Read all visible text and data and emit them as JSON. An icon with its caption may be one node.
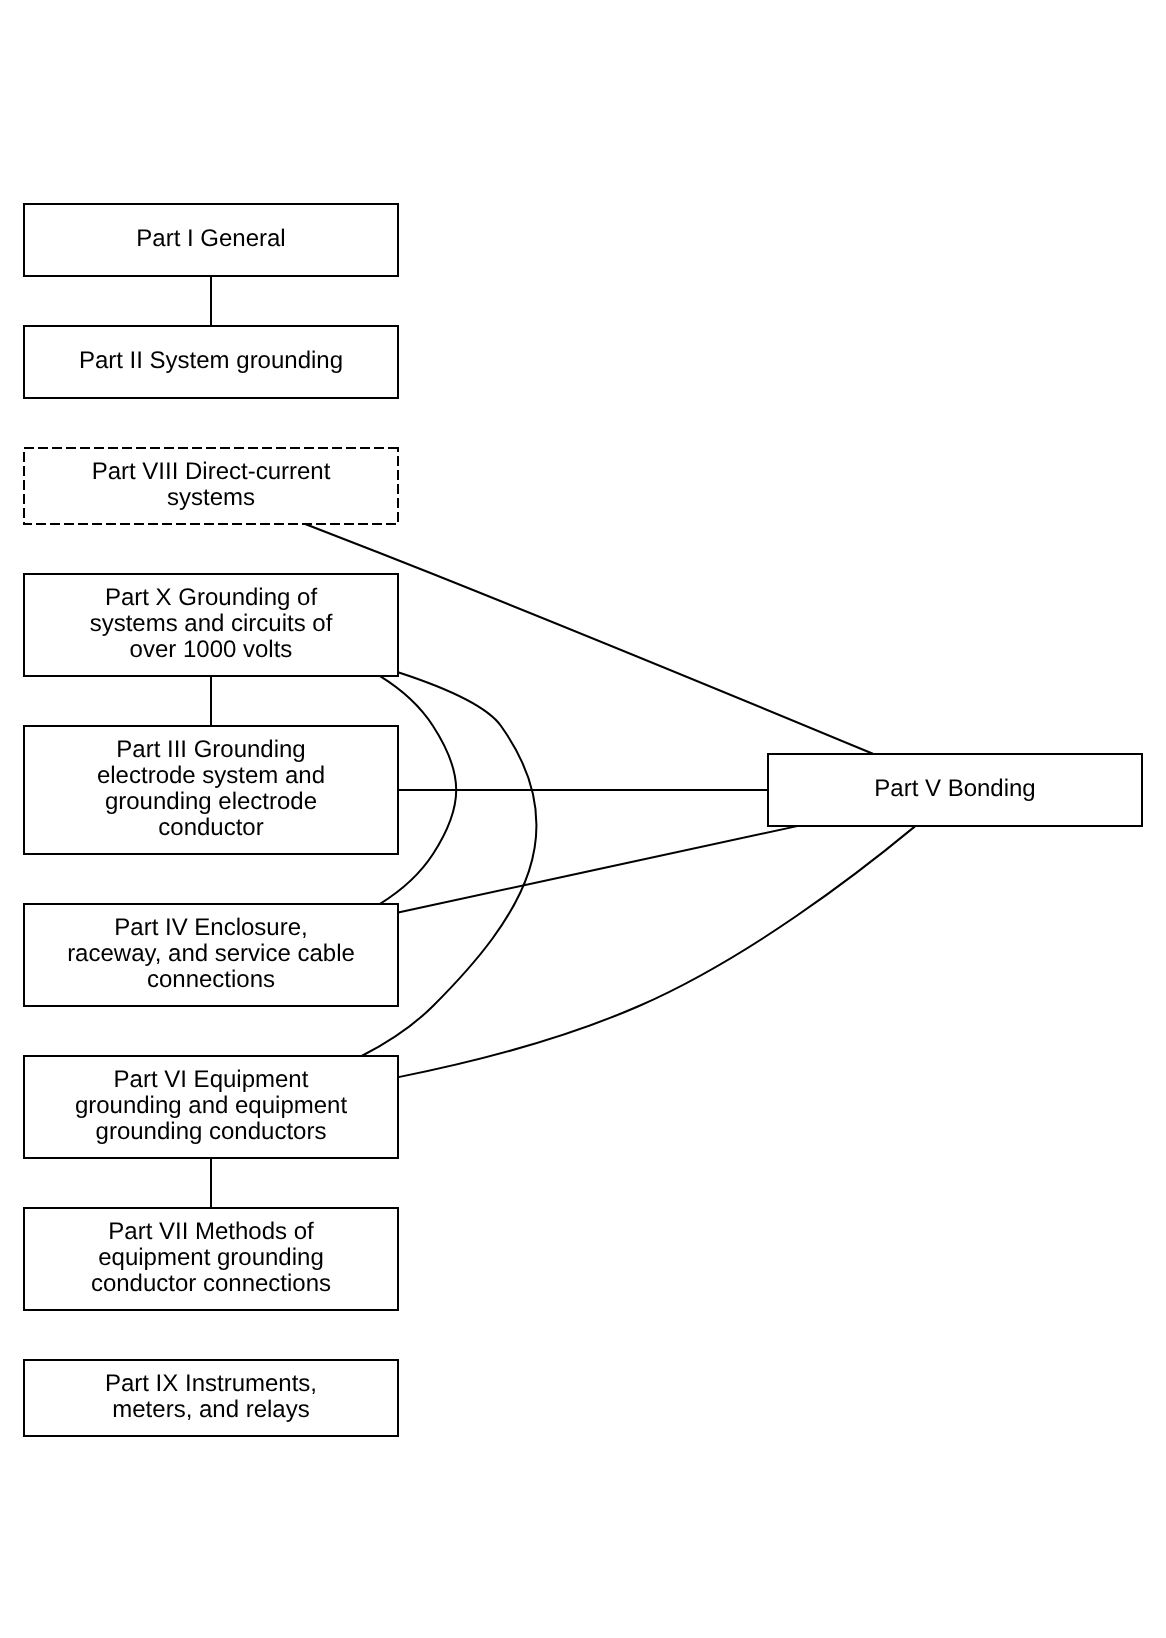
{
  "diagram": {
    "nodes": [
      {
        "text": [
          "Part I General"
        ]
      },
      {
        "text": [
          "Part II System grounding"
        ]
      },
      {
        "text": [
          "Part VIII Direct-current systems"
        ]
      },
      {
        "text": [
          "Part X Grounding of systems and circuits of over 1000 volts"
        ]
      },
      {
        "text": [
          "Part III Grounding electrode system and grounding electrode conductor"
        ]
      },
      {
        "text": [
          "Part V Bonding"
        ]
      },
      {
        "text": [
          "Part IV Enclosure, raceway, and service cable connections"
        ]
      },
      {
        "text": [
          "Part VI Equipment grounding and equipment grounding conductors"
        ]
      },
      {
        "text": [
          "Part VII Methods of equipment grounding conductor connections"
        ]
      },
      {
        "text": [
          "Part IX Instruments, meters, and relays"
        ]
      }
    ],
    "edges": [
      {
        "from": 0,
        "to": 1,
        "arrow": "none"
      },
      {
        "from": 2,
        "to": 5,
        "arrow": "none"
      },
      {
        "from": 3,
        "to": 4,
        "arrow": "none"
      },
      {
        "from": 3,
        "to": 6,
        "arrow": "none"
      },
      {
        "from": 3,
        "to": 7,
        "arrow": "none"
      },
      {
        "from": 4,
        "to": 5,
        "arrow": "none"
      },
      {
        "from": 6,
        "to": 5,
        "arrow": "none"
      },
      {
        "from": 7,
        "to": 5,
        "arrow": "none"
      },
      {
        "from": 7,
        "to": 8,
        "arrow": "none"
      }
    ]
  }
}
